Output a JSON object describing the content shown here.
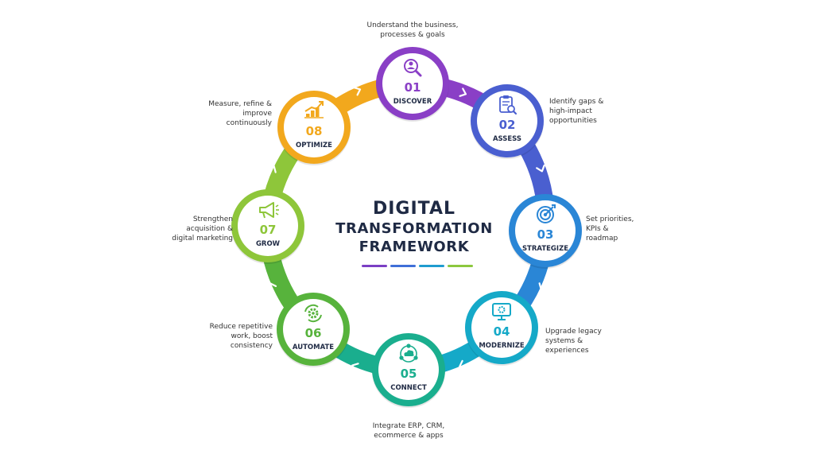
{
  "title": {
    "line1": "DIGITAL",
    "line2": "TRANSFORMATION",
    "line3": "FRAMEWORK"
  },
  "underline_colors": [
    "#7b3fc4",
    "#3f6fd8",
    "#1f9ccf",
    "#8cc83e"
  ],
  "steps": [
    {
      "number": "01",
      "label": "DISCOVER",
      "description": [
        "Understand the business,",
        "processes & goals"
      ],
      "icon": "search-person-icon",
      "color": "#8a3fc6"
    },
    {
      "number": "02",
      "label": "ASSESS",
      "description": [
        "Identify gaps &",
        "high-impact",
        "opportunities"
      ],
      "icon": "clipboard-magnifier-icon",
      "color": "#4a5fd0"
    },
    {
      "number": "03",
      "label": "STRATEGIZE",
      "description": [
        "Set priorities,",
        "KPIs &",
        "roadmap"
      ],
      "icon": "target-icon",
      "color": "#2a86d6"
    },
    {
      "number": "04",
      "label": "MODERNIZE",
      "description": [
        "Upgrade legacy",
        "systems &",
        "experiences"
      ],
      "icon": "monitor-gear-icon",
      "color": "#15a9c8"
    },
    {
      "number": "05",
      "label": "CONNECT",
      "description": [
        "Integrate ERP, CRM,",
        "ecommerce & apps"
      ],
      "icon": "cloud-network-icon",
      "color": "#1aae8e"
    },
    {
      "number": "06",
      "label": "AUTOMATE",
      "description": [
        "Reduce repetitive",
        "work, boost",
        "consistency"
      ],
      "icon": "gear-cycle-icon",
      "color": "#57b33c"
    },
    {
      "number": "07",
      "label": "GROW",
      "description": [
        "Strengthen",
        "acquisition &",
        "digital marketing"
      ],
      "icon": "megaphone-icon",
      "color": "#8ec63a"
    },
    {
      "number": "08",
      "label": "OPTIMIZE",
      "description": [
        "Measure, refine &",
        "improve",
        "continuously"
      ],
      "icon": "growth-chart-icon",
      "color": "#f2a81d"
    }
  ]
}
